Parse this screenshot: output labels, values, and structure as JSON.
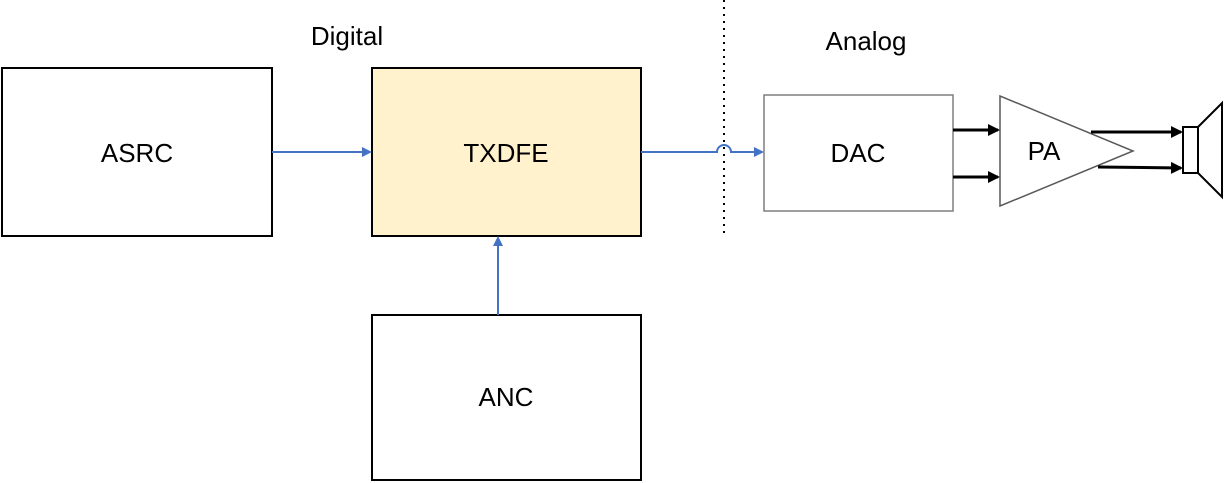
{
  "labels": {
    "digital": "Digital",
    "analog": "Analog"
  },
  "blocks": {
    "asrc": "ASRC",
    "txdfe": "TXDFE",
    "anc": "ANC",
    "dac": "DAC",
    "pa": "PA"
  },
  "colors": {
    "txdfe_fill": "#fff2cc",
    "signal_arrow": "#4472c4",
    "analog_arrow": "#000000",
    "box_stroke": "#000000",
    "dac_stroke": "#7f7f7f"
  },
  "icons": {
    "speaker": "speaker-icon"
  }
}
